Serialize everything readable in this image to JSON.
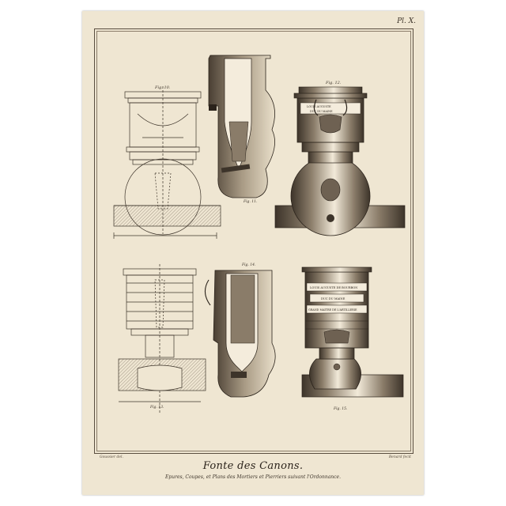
{
  "plate": {
    "number": "Pl. X.",
    "title": "Fonte des Canons.",
    "subtitle": "Epures, Coupes, et Plans des Mortiers et Pierriers suivant l'Ordonnance.",
    "engraver_left": "Goussier del.",
    "engraver_right": "Benard fecit"
  },
  "figures": {
    "fig10": "Fig. 10.",
    "fig11": "Fig. 11.",
    "fig12": "Fig. 12.",
    "fig13": "Fig. 13.",
    "fig14": "Fig. 14.",
    "fig15": "Fig. 15."
  },
  "inscriptions": {
    "upper_band_1": "LOUIS AUGUSTE",
    "upper_band_2": "DUC DU MAINE",
    "lower_line_1": "LOUIS AUGUSTE DE BOURBON",
    "lower_line_2": "DUC DU MAINE",
    "lower_line_3": "GRAND MAITRE DE L'ARTILLERIE"
  },
  "colors": {
    "paper": "#efe6d2",
    "ink": "#2b231b",
    "shade": "#6e6152"
  }
}
